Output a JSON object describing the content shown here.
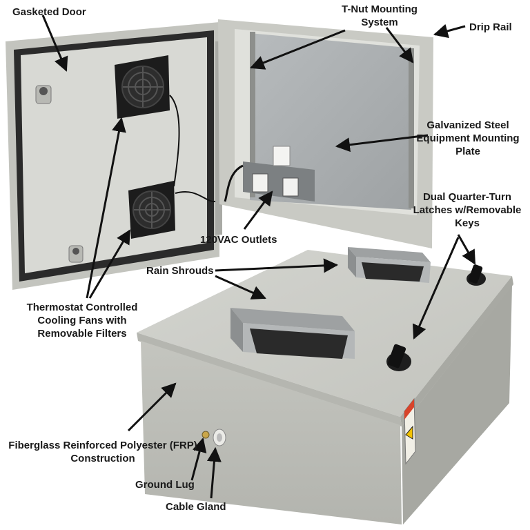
{
  "image": {
    "subject": "fiberglass enclosure with cooling fans",
    "background": "#ffffff",
    "colors": {
      "enclosure": "#c9cac4",
      "enclosure_shade": "#aeafaa",
      "door_inner": "#d6d7d2",
      "gasket": "#2b2b2b",
      "plate": "#a9adae",
      "fan": "#1c1c1c",
      "arrow": "#111111"
    }
  },
  "labels": {
    "gasketed_door": "Gasketed Door",
    "tnut_line1": "T-Nut Mounting",
    "tnut_line2": "System",
    "drip_rail": "Drip Rail",
    "galv_line1": "Galvanized Steel",
    "galv_line2": "Equipment Mounting",
    "galv_line3": "Plate",
    "dual_line1": "Dual Quarter-Turn",
    "dual_line2": "Latches w/Removable",
    "dual_line3": "Keys",
    "outlets": "120VAC Outlets",
    "rain_shrouds": "Rain Shrouds",
    "fans_line1": "Thermostat Controlled",
    "fans_line2": "Cooling Fans with",
    "fans_line3": "Removable Filters",
    "frp_line1": "Fiberglass Reinforced Polyester (FRP)",
    "frp_line2": "Construction",
    "ground_lug": "Ground Lug",
    "cable_gland": "Cable Gland"
  }
}
